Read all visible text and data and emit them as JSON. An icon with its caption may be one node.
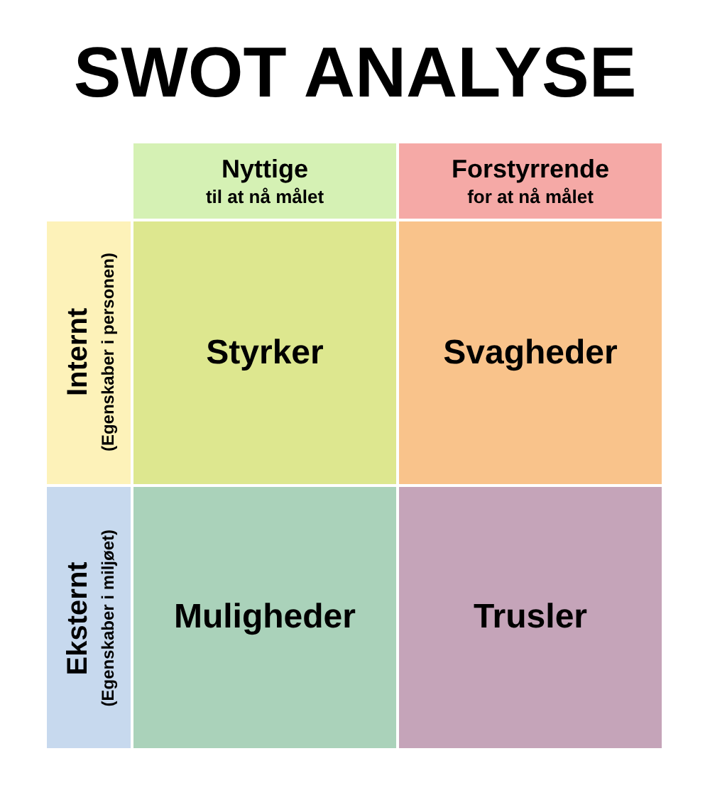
{
  "diagram": {
    "title": "SWOT ANALYSE",
    "nodes": [
      {
        "text": [
          "Nyttige",
          "til at nå målet"
        ]
      },
      {
        "text": [
          "Forstyrrende",
          "for at nå målet"
        ]
      },
      {
        "text": [
          "Internt",
          "(Egenskaber i personen)"
        ]
      },
      {
        "text": [
          "Styrker"
        ]
      },
      {
        "text": [
          "Svagheder"
        ]
      },
      {
        "text": [
          "Eksternt",
          "(Egenskaber i miljøet)"
        ]
      },
      {
        "text": [
          "Muligheder"
        ]
      },
      {
        "text": [
          "Trusler"
        ]
      }
    ]
  }
}
